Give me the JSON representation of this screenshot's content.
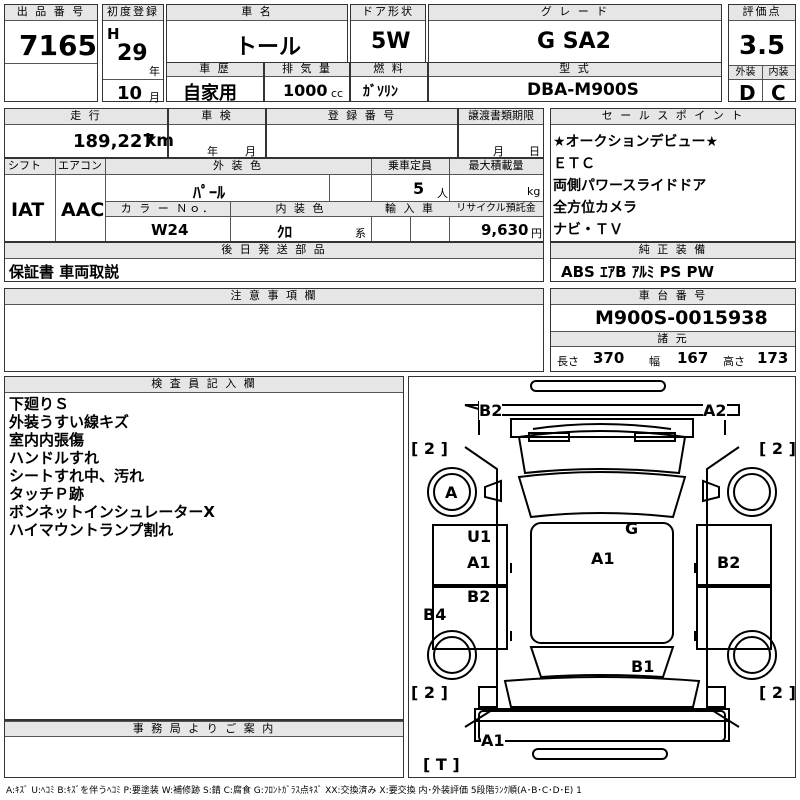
{
  "headers": {
    "lot": "出 品 番 号",
    "first_reg": "初度登録",
    "car_name": "車 名",
    "door": "ドア形状",
    "grade": "グ レ ー ド",
    "score": "評価点",
    "history": "車 歴",
    "displacement": "排 気 量",
    "fuel": "燃 料",
    "model": "型 式",
    "exterior": "外装",
    "interior": "内装",
    "mileage": "走 行",
    "inspection": "車 検",
    "reg_no": "登 録 番 号",
    "deadline": "譲渡書類期限",
    "sales_points": "セ ー ル ス ポ イ ン ト",
    "shift": "シフト",
    "aircon": "エアコン",
    "ext_color": "外 装 色",
    "capacity": "乗車定員",
    "max_load": "最大積載量",
    "color_no": "カ ラ ー Ｎｏ．",
    "int_color": "内 装 色",
    "import": "輸 入 車",
    "recycle": "リサイクル預託金",
    "later_parts": "後 日 発 送 部 品",
    "equipment": "純 正 装 備",
    "notes": "注 意 事 項 欄",
    "chassis": "車 台 番 号",
    "specs": "諸 元",
    "inspector": "検 査 員 記 入 欄",
    "office": "事 務 局 よ り ご 案 内"
  },
  "vehicle": {
    "lot_no": "7165",
    "era": "H",
    "year": "29",
    "year_unit": "年",
    "month": "10",
    "month_unit": "月",
    "name": "トール",
    "door": "5W",
    "grade": "G SA2",
    "score": "3.5",
    "history": "自家用",
    "cc": "1000",
    "cc_unit": "cc",
    "fuel": "ｶﾞｿﾘﾝ",
    "model": "DBA-M900S",
    "exterior_grade": "D",
    "interior_grade": "C",
    "mileage": "189,227",
    "mileage_unit": "km",
    "inspection_year": "年",
    "inspection_month": "月",
    "deadline_month": "月",
    "deadline_day": "日",
    "shift": "IAT",
    "aircon": "AAC",
    "color": "ﾊﾟｰﾙ",
    "capacity": "5",
    "capacity_unit": "人",
    "load_unit": "kg",
    "color_no": "W24",
    "int_color": "ｸﾛ",
    "int_suffix": "系",
    "recycle": "9,630",
    "recycle_unit": "円",
    "later_parts": "保証書 車両取説",
    "chassis_no": "M900S-0015938",
    "len_label": "長さ",
    "length": "370",
    "wid_label": "幅",
    "width": "167",
    "hgt_label": "高さ",
    "height": "173"
  },
  "sales_points": [
    "★オークションデビュー★",
    "ＥＴＣ",
    "両側パワースライドドア",
    "全方位カメラ",
    "ナビ・ＴＶ"
  ],
  "equipment": "ABS ｴｱB ｱﾙﾐ PS PW",
  "inspector_notes": [
    "下廻りＳ",
    "外装うすい線キズ",
    "室内内張傷",
    "ハンドルすれ",
    "シートすれ中、汚れ",
    "タッチＰ跡",
    "ボンネットインシュレーターX",
    "ハイマウントランプ割れ"
  ],
  "diagram": {
    "tire_left_top": "[ 2 ]",
    "tire_right_top": "[ 2 ]",
    "tire_left_bottom": "[ 2 ]",
    "tire_right_bottom": "[ 2 ]",
    "spare": "[ T ]",
    "marks": {
      "b2_front_left": "B2",
      "a2_front_right": "A2",
      "a_left_wheel": "A",
      "u1": "U1",
      "a1_left_door": "A1",
      "g_glass": "G",
      "a1_roof": "A1",
      "b2_right_door": "B2",
      "b2_left_rear_door": "B2",
      "b4": "B4",
      "b1_rear": "B1",
      "a1_rear_bumper": "A1"
    }
  },
  "legend": "A:ｷｽﾞ U:ﾍｺﾐ B:ｷｽﾞを伴うﾍｺﾐ P:要塗装 W:補修跡 S:錆 C:腐食 G:ﾌﾛﾝﾄｶﾞﾗｽ点ｷｽﾞ XX:交換済み X:要交換 内･外装評価 5段階ﾗﾝｸ順(A･B･C･D･E) 1"
}
